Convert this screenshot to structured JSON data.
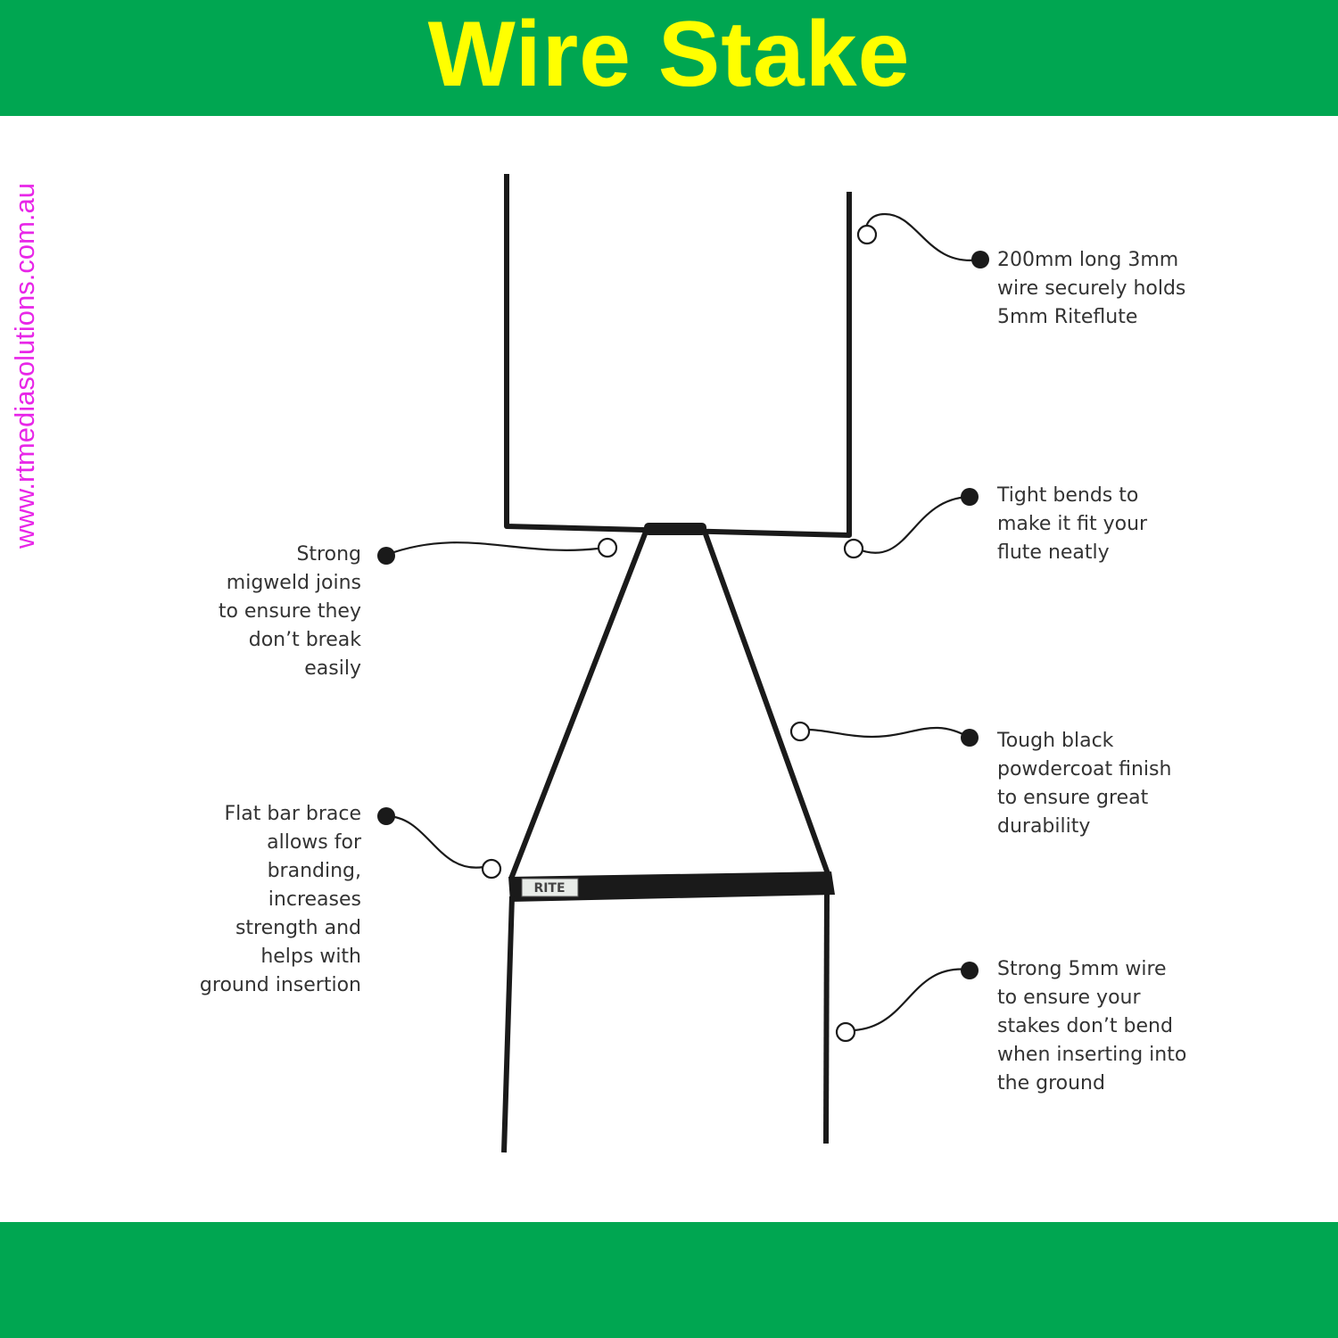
{
  "header": {
    "title": "Wire Stake"
  },
  "side_text": {
    "url": "www.rtmediasolutions.com.au"
  },
  "brace": {
    "logo": "RITE"
  },
  "callouts": {
    "wire_length": "200mm long 3mm\nwire securely holds\n5mm Riteflute",
    "tight_bends": "Tight bends to\nmake it fit your\nflute neatly",
    "migweld": "Strong\nmigweld joins\nto ensure they\ndon’t break\neasily",
    "powdercoat": "Tough black\npowdercoat finish\nto ensure great\ndurability",
    "flat_bar": "Flat bar brace\nallows for\nbranding,\nincreases\nstrength and\nhelps with\nground insertion",
    "strong_wire": "Strong 5mm wire\nto ensure your\nstakes don’t bend\nwhen inserting into\nthe ground"
  },
  "colors": {
    "banner": "#00a651",
    "title": "#ffff00",
    "url": "#e826e8",
    "wire": "#1a1a1a"
  }
}
